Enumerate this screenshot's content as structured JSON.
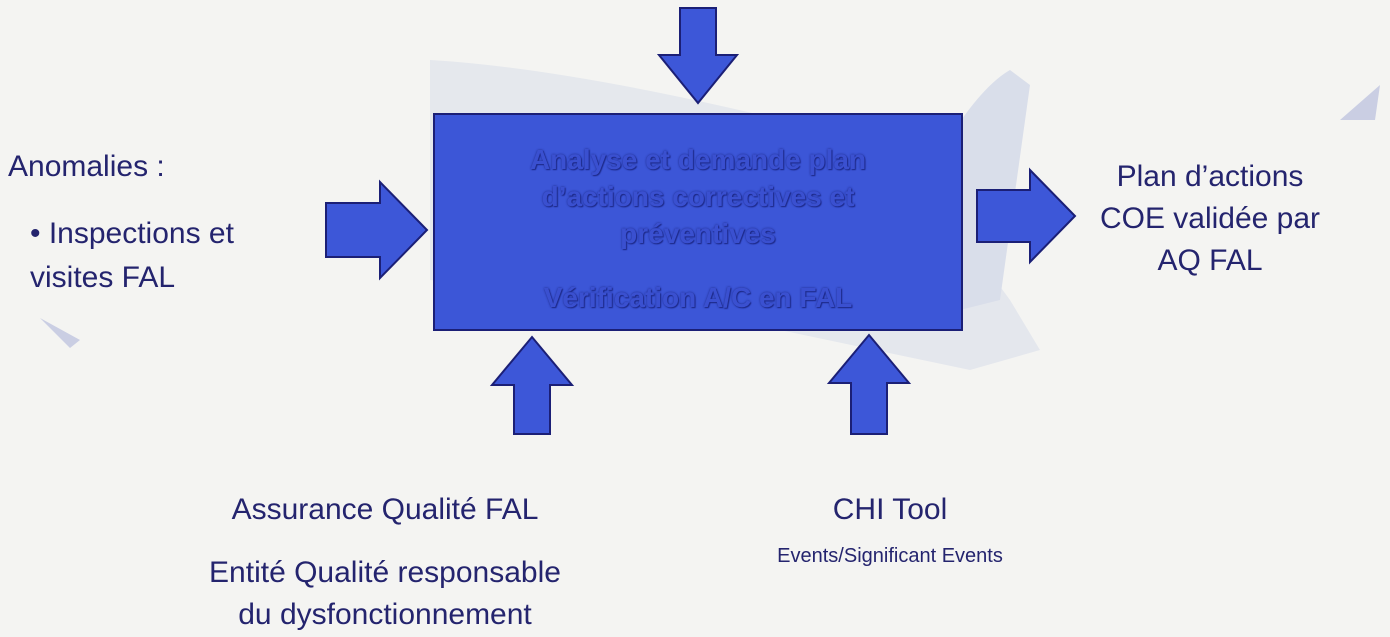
{
  "left": {
    "title": "Anomalies :",
    "bullet": "• Inspections et\nvisites FAL"
  },
  "center_box": {
    "main": "Analyse et demande plan\nd’actions correctives et\npréventives",
    "sub": "Vérification A/C en FAL"
  },
  "right": {
    "text": "Plan d’actions\nCOE validée par\nAQ FAL"
  },
  "bottom_left": {
    "line1": "Assurance Qualité FAL",
    "line2": "Entité Qualité responsable\ndu dysfonctionnement"
  },
  "bottom_right": {
    "title": "CHI Tool",
    "subtitle": "Events/Significant Events"
  },
  "colors": {
    "text": "#24246e",
    "box_fill": "#3c56d7",
    "arrow_fill": "#3d57d8",
    "arrow_stroke": "#1b1f76"
  }
}
